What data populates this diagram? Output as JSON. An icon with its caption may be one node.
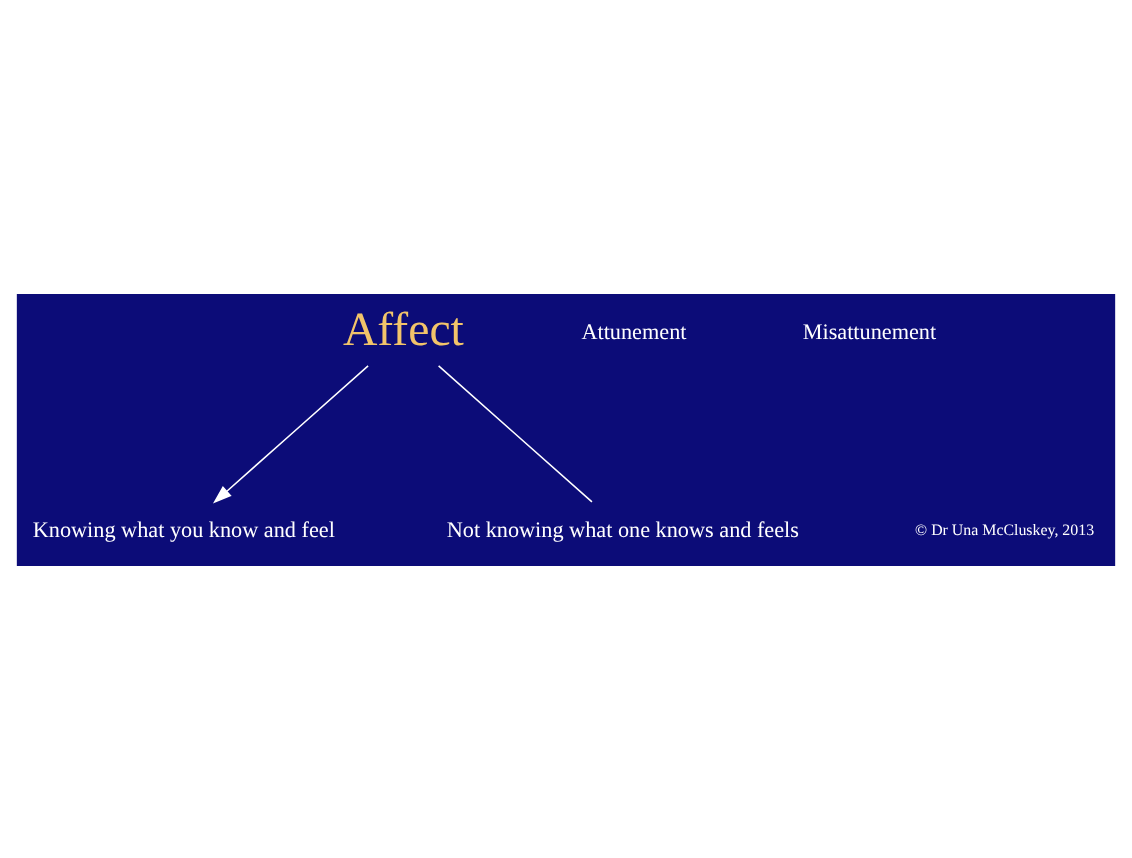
{
  "diagram": {
    "nodes": [
      {
        "text": [
          "Affect"
        ]
      },
      {
        "text": [
          "Knowing what you know and feel"
        ]
      },
      {
        "text": [
          "Not knowing what one knows and feels"
        ]
      }
    ],
    "edges": [
      {
        "from": 0,
        "to": 1,
        "arrow": "to"
      },
      {
        "from": 0,
        "to": 2,
        "arrow": "none"
      }
    ],
    "labels": [
      "Attunement",
      "Misattunement",
      "© Dr Una McCluskey, 2013"
    ]
  }
}
